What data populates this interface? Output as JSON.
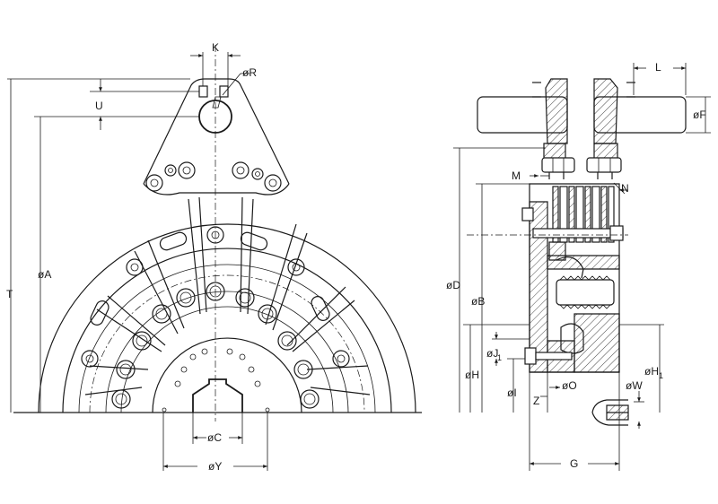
{
  "drawing": {
    "accent_color": "#1a1a1a",
    "background_color": "#ffffff",
    "front_view_labels": {
      "K": "K",
      "R": "øR",
      "U": "U",
      "A": "øA",
      "T": "T",
      "C": "øC",
      "Y": "øY"
    },
    "side_view_labels": {
      "L": "L",
      "F": "øF",
      "M": "M",
      "N": "N",
      "D": "øD",
      "B": "øB",
      "J1": "øJ",
      "J1_sub": "1",
      "H": "øH",
      "H1": "øH",
      "H1_sub": "1",
      "I": "øI",
      "Z": "Z",
      "O": "øO",
      "W": "øW",
      "G": "G"
    }
  }
}
